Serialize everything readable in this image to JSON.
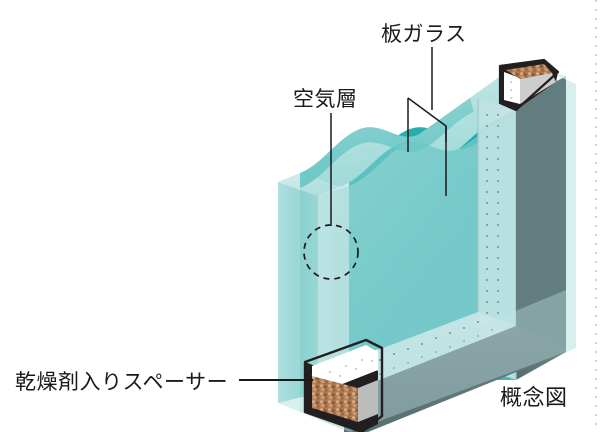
{
  "diagram": {
    "type": "cutaway-isometric-illustration",
    "subject": "double-glazed insulating glass unit",
    "caption": "概念図",
    "labels": [
      {
        "id": "ita-garasu",
        "text": "板ガラス",
        "meaning": "plate glass",
        "leader": "branching-two-pointer",
        "points_to": [
          "front-glass-pane-top-edge",
          "rear-glass-pane-top-edge"
        ]
      },
      {
        "id": "kuukisou",
        "text": "空気層",
        "meaning": "air layer",
        "leader": "straight-line-to-dashed-circle",
        "points_to": [
          "air-gap-callout-circle"
        ]
      },
      {
        "id": "spacer",
        "text": "乾燥剤入りスペーサー",
        "meaning": "spacer containing desiccant",
        "leader": "horizontal-line",
        "points_to": [
          "bottom-spacer-cutaway"
        ]
      }
    ],
    "parts": [
      {
        "name": "front-glass-pane",
        "color": "#7fd0cf"
      },
      {
        "name": "air-layer",
        "color": "#ffffff"
      },
      {
        "name": "rear-glass-pane",
        "color": "#54bcbd"
      },
      {
        "name": "spacer-frame",
        "color": "#231f20"
      },
      {
        "name": "desiccant-granules",
        "color": "#a9714b"
      },
      {
        "name": "spacer-inner-wall",
        "color": "#ffffff"
      },
      {
        "name": "shadow-face",
        "color": "#62787a"
      }
    ],
    "colors": {
      "glass_light": "#b9e2e2",
      "glass_mid": "#7fd0cf",
      "glass_teal": "#4ab8ba",
      "glass_deep": "#18aaab",
      "glass_pale": "#d4eded",
      "shadow_dark": "#5d7376",
      "shadow_mid": "#7e9396",
      "spacer_black": "#231f20",
      "desiccant_brown": "#a56f49",
      "desiccant_light": "#cda78a",
      "line_black": "#1a1a1a",
      "text_black": "#1a1a1a",
      "page_edge_dots": "#c8d49a",
      "background": "#ffffff"
    }
  }
}
